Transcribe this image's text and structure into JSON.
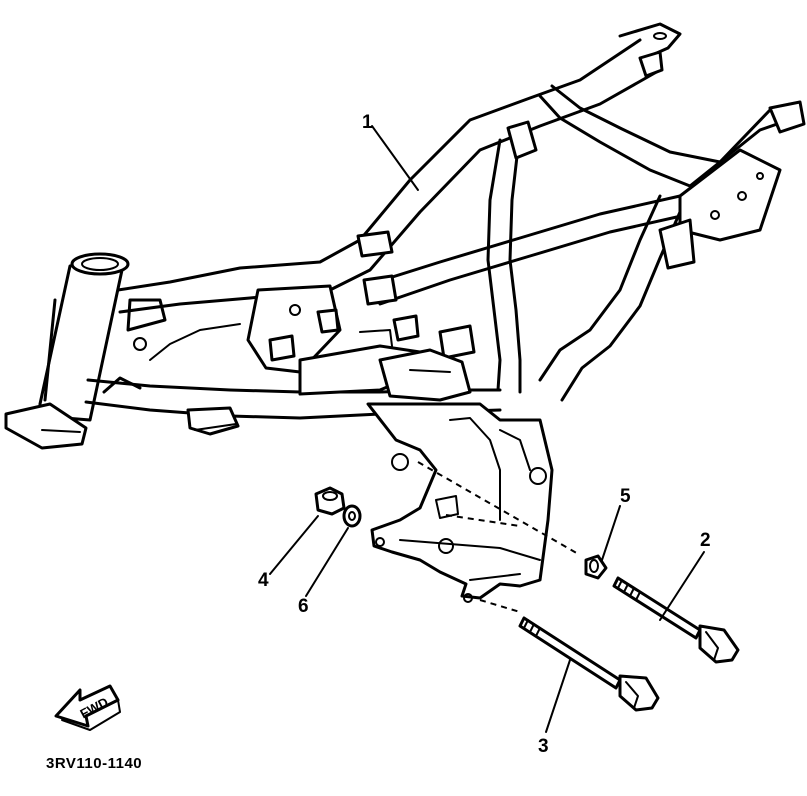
{
  "diagram": {
    "part_code": "3RV110-1140",
    "fwd_label": "FWD",
    "callouts": [
      {
        "id": "1",
        "label": "1"
      },
      {
        "id": "2",
        "label": "2"
      },
      {
        "id": "3",
        "label": "3"
      },
      {
        "id": "4",
        "label": "4"
      },
      {
        "id": "5",
        "label": "5"
      },
      {
        "id": "6",
        "label": "6"
      }
    ]
  }
}
